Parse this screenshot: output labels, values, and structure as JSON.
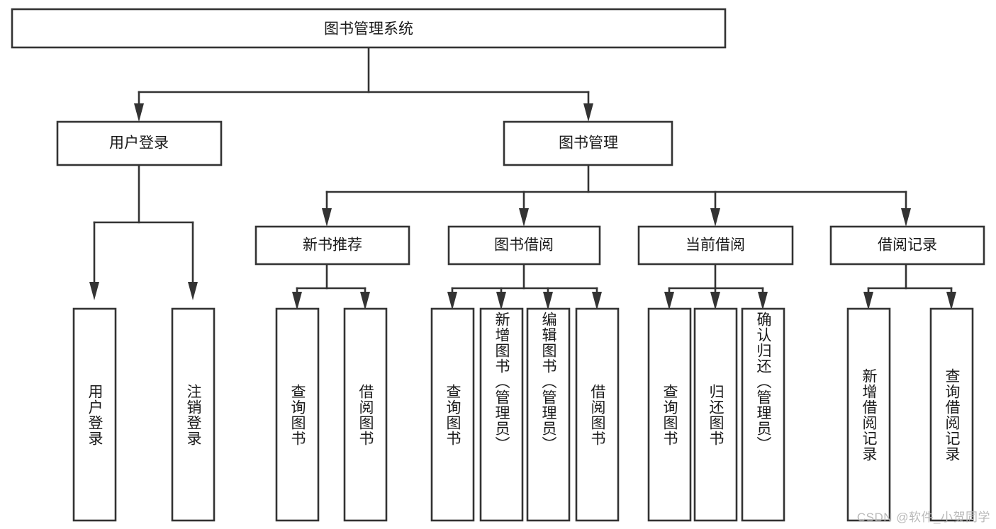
{
  "diagram": {
    "type": "tree-hierarchy",
    "title": "图书管理系统",
    "watermark": "CSDN @软件_小贺同学",
    "colors": {
      "box_stroke": "#333333",
      "box_fill": "#ffffff",
      "text": "#1a1a1a",
      "background": "#ffffff",
      "watermark": "#b9b9b9"
    },
    "root": {
      "label": "图书管理系统",
      "orientation": "horizontal"
    },
    "level2": [
      {
        "label": "用户登录",
        "orientation": "horizontal"
      },
      {
        "label": "图书管理",
        "orientation": "horizontal"
      }
    ],
    "level3": [
      {
        "label": "新书推荐",
        "orientation": "horizontal",
        "parent": "图书管理"
      },
      {
        "label": "图书借阅",
        "orientation": "horizontal",
        "parent": "图书管理"
      },
      {
        "label": "当前借阅",
        "orientation": "horizontal",
        "parent": "图书管理"
      },
      {
        "label": "借阅记录",
        "orientation": "horizontal",
        "parent": "图书管理"
      }
    ],
    "leaves": {
      "user_login": [
        {
          "label": "用户登录",
          "orientation": "vertical"
        },
        {
          "label": "注销登录",
          "orientation": "vertical"
        }
      ],
      "new_book_recommend": [
        {
          "label": "查询图书",
          "orientation": "vertical"
        },
        {
          "label": "借阅图书",
          "orientation": "vertical"
        }
      ],
      "book_borrow": [
        {
          "label": "查询图书",
          "orientation": "vertical"
        },
        {
          "label": "新增图书（管理员）",
          "orientation": "vertical"
        },
        {
          "label": "编辑图书（管理员）",
          "orientation": "vertical"
        },
        {
          "label": "借阅图书",
          "orientation": "vertical"
        }
      ],
      "current_borrow": [
        {
          "label": "查询图书",
          "orientation": "vertical"
        },
        {
          "label": "归还图书",
          "orientation": "vertical"
        },
        {
          "label": "确认归还（管理员）",
          "orientation": "vertical"
        }
      ],
      "borrow_record": [
        {
          "label": "新增借阅记录",
          "orientation": "vertical"
        },
        {
          "label": "查询借阅记录",
          "orientation": "vertical"
        }
      ]
    }
  }
}
